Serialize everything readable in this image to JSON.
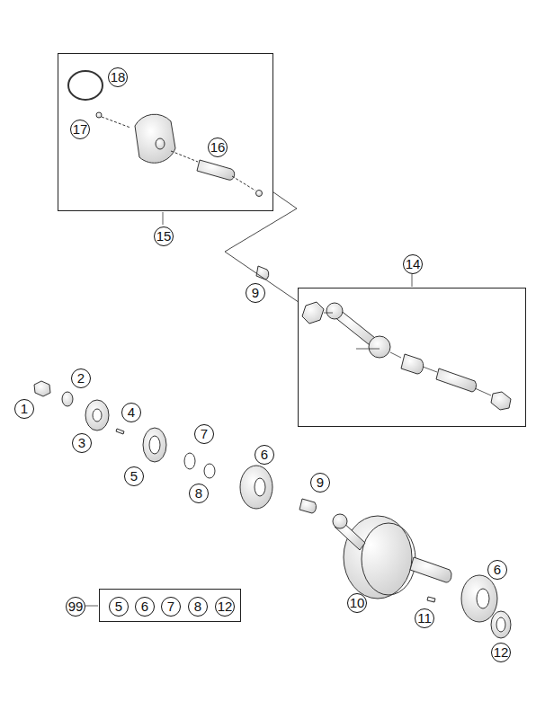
{
  "diagram": {
    "nodes": [
      {
        "text": [
          "15"
        ]
      },
      {
        "text": [
          "14"
        ]
      },
      {
        "text": [
          "99",
          "5",
          "6",
          "7",
          "8",
          "12"
        ]
      }
    ],
    "edges": [
      {
        "from": 0,
        "to": 1,
        "arrow": "none"
      }
    ],
    "labels": [
      "18",
      "17",
      "16",
      "9",
      "1",
      "2",
      "3",
      "4",
      "5",
      "7",
      "6",
      "8",
      "9",
      "10",
      "11",
      "6",
      "12"
    ]
  }
}
